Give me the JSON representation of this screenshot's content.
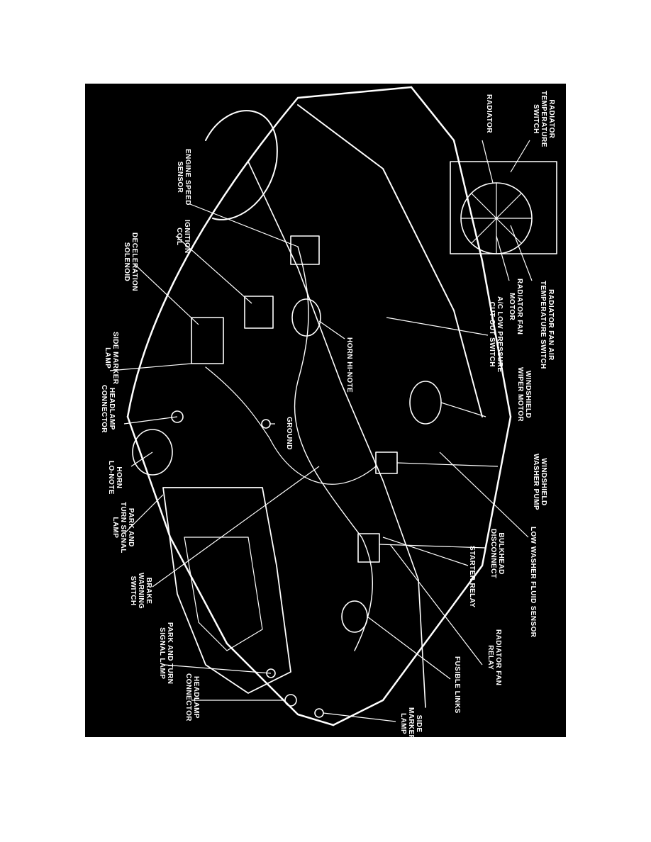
{
  "diagram": {
    "colors": {
      "background": "#000000",
      "ink": "#ffffff",
      "page": "#ffffff"
    },
    "labels": [
      {
        "id": "radiator-temperature-switch",
        "text": "RADIATOR\nTEMPERATURE\nSWITCH"
      },
      {
        "id": "radiator",
        "text": "RADIATOR"
      },
      {
        "id": "engine-speed-sensor",
        "text": "ENGINE SPEED\nSENSOR"
      },
      {
        "id": "ignition-coil",
        "text": "IGNITION\nCOIL"
      },
      {
        "id": "deceleration-solenoid",
        "text": "DECELERATION\nSOLENOID"
      },
      {
        "id": "radiator-fan-air-temperature-switch",
        "text": "RADIATOR FAN AIR\nTEMPERATURE SWITCH"
      },
      {
        "id": "radiator-fan-motor",
        "text": "RADIATOR FAN\nMOTOR"
      },
      {
        "id": "ac-low-pressure-cut-out-switch",
        "text": "A/C LOW PRESSURE\nCUT-OUT SWITCH"
      },
      {
        "id": "horn-hi-note",
        "text": "HORN HI-NOTE"
      },
      {
        "id": "side-marker-lamp-left",
        "text": "SIDE MARKER\nLAMP"
      },
      {
        "id": "headlamp-connector-left",
        "text": "HEADLAMP\nCONNECTOR"
      },
      {
        "id": "ground",
        "text": "GROUND"
      },
      {
        "id": "windshield-wiper-motor",
        "text": "WINDSHIELD\nWIPER MOTOR"
      },
      {
        "id": "windshield-washer-pump",
        "text": "WINDSHIELD\nWASHER PUMP"
      },
      {
        "id": "horn-lo-note",
        "text": "HORN\nLO-NOTE"
      },
      {
        "id": "park-and-turn-signal-lamp-left",
        "text": "PARK AND\nTURN SIGNAL\nLAMP"
      },
      {
        "id": "low-washer-fluid-sensor",
        "text": "LOW WASHER FLUID SENSOR"
      },
      {
        "id": "bulkhead-disconnect",
        "text": "BULKHEAD\nDISCONNECT"
      },
      {
        "id": "starter-relay",
        "text": "STARTER RELAY"
      },
      {
        "id": "brake-warning-switch",
        "text": "BRAKE\nWARNING\nSWITCH"
      },
      {
        "id": "radiator-fan-relay",
        "text": "RADIATOR FAN\nRELAY"
      },
      {
        "id": "park-and-turn-signal-lamp-right",
        "text": "PARK AND TURN\nSIGNAL LAMP"
      },
      {
        "id": "fusible-links",
        "text": "FUSIBLE LINKS"
      },
      {
        "id": "headlamp-connector-right",
        "text": "HEADLAMP\nCONNECTOR"
      },
      {
        "id": "side-marker-lamp-right",
        "text": "SIDE\nMARKER\nLAMP"
      }
    ]
  }
}
